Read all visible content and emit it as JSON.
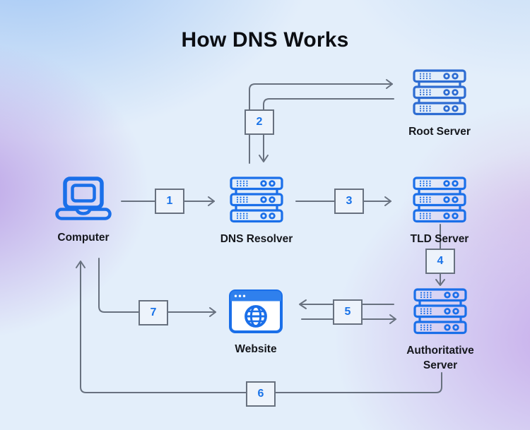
{
  "title": "How DNS Works",
  "diagram_type": "flow-diagram",
  "colors": {
    "icon_blue": "#1a6fe9",
    "root_server_blue": "#2d6cd2",
    "line_gray": "#68717f",
    "step_number_blue": "#1a73e8",
    "label_color": "#15171c",
    "background_blue": "#e3eefa",
    "background_purple_left": "#bb9fe6",
    "background_lilac_right": "#c6a9e8"
  },
  "nodes": {
    "computer": {
      "label": "Computer",
      "icon": "laptop-icon"
    },
    "dns_resolver": {
      "label": "DNS Resolver",
      "icon": "server-stack-icon"
    },
    "root_server": {
      "label": "Root Server",
      "icon": "server-stack-icon"
    },
    "tld_server": {
      "label": "TLD Server",
      "icon": "server-stack-icon"
    },
    "authoritative_server": {
      "label": "Authoritative Server",
      "icon": "server-stack-icon"
    },
    "website": {
      "label": "Website",
      "icon": "browser-globe-icon"
    }
  },
  "steps": [
    {
      "number": "1"
    },
    {
      "number": "2"
    },
    {
      "number": "3"
    },
    {
      "number": "4"
    },
    {
      "number": "5"
    },
    {
      "number": "6"
    },
    {
      "number": "7"
    }
  ]
}
